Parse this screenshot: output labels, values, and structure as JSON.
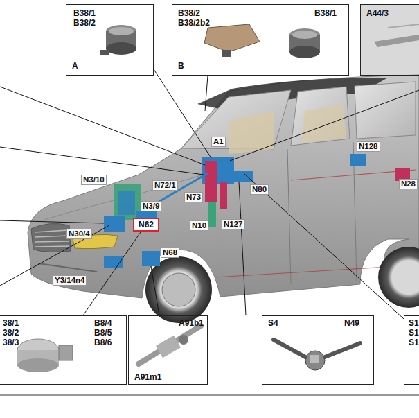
{
  "diagram": {
    "nodes": [
      {
        "text": [
          "B38/1",
          "B38/2",
          "A"
        ]
      },
      {
        "text": [
          "B38/2",
          "B38/2b2",
          "B38/1",
          "B"
        ]
      },
      {
        "text": [
          "A44/3"
        ]
      },
      {
        "text": [
          "N62"
        ]
      },
      {
        "text": [
          "38/1",
          "38/2",
          "38/3",
          "B8/4",
          "B8/5",
          "B8/6"
        ]
      },
      {
        "text": [
          "A91b1",
          "A91m1"
        ]
      },
      {
        "text": [
          "S4",
          "N49"
        ]
      },
      {
        "text": [
          "S1",
          "S1",
          "S1"
        ]
      }
    ],
    "labels": [
      "A1",
      "N128",
      "N28",
      "N72/1",
      "N3/10",
      "N3/9",
      "N73",
      "N80",
      "N30/4",
      "N10",
      "N127",
      "N68",
      "Y3/14n4"
    ]
  }
}
